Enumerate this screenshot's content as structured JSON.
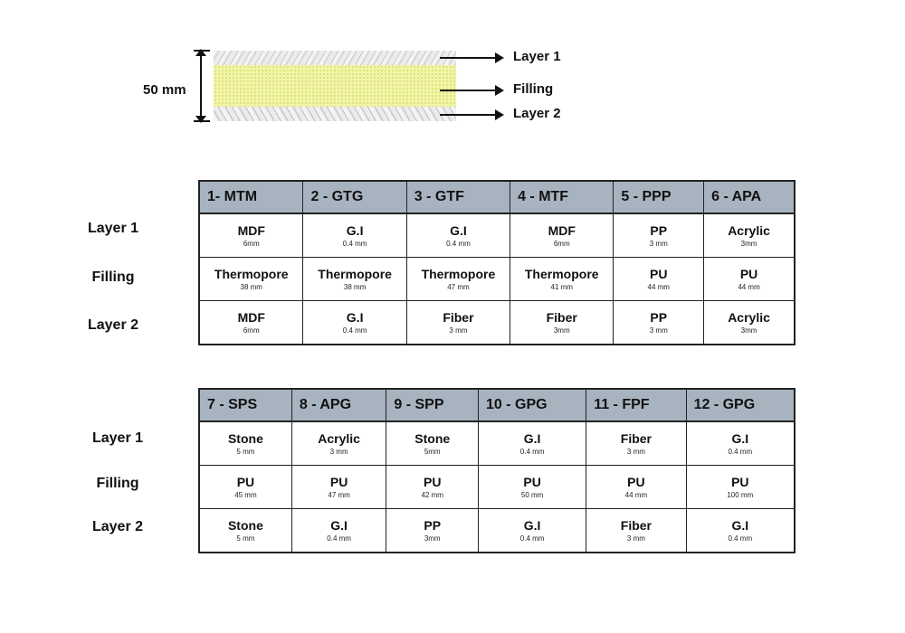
{
  "diagram": {
    "thickness": "50 mm",
    "labels": [
      "Layer 1",
      "Filling",
      "Layer 2"
    ]
  },
  "row_labels": [
    "Layer 1",
    "Filling",
    "Layer 2"
  ],
  "tables": [
    {
      "headers": [
        "1- MTM",
        "2 - GTG",
        "3 - GTF",
        "4 - MTF",
        "5 - PPP",
        "6 - APA"
      ],
      "rows": [
        [
          [
            "MDF",
            "6mm"
          ],
          [
            "G.I",
            "0.4 mm"
          ],
          [
            "G.I",
            "0.4 mm"
          ],
          [
            "MDF",
            "6mm"
          ],
          [
            "PP",
            "3 mm"
          ],
          [
            "Acrylic",
            "3mm"
          ]
        ],
        [
          [
            "Thermopore",
            "38 mm"
          ],
          [
            "Thermopore",
            "38 mm"
          ],
          [
            "Thermopore",
            "47 mm"
          ],
          [
            "Thermopore",
            "41 mm"
          ],
          [
            "PU",
            "44 mm"
          ],
          [
            "PU",
            "44 mm"
          ]
        ],
        [
          [
            "MDF",
            "6mm"
          ],
          [
            "G.I",
            "0.4 mm"
          ],
          [
            "Fiber",
            "3 mm"
          ],
          [
            "Fiber",
            "3mm"
          ],
          [
            "PP",
            "3 mm"
          ],
          [
            "Acrylic",
            "3mm"
          ]
        ]
      ]
    },
    {
      "headers": [
        "7 - SPS",
        "8 - APG",
        "9 - SPP",
        "10 - GPG",
        "11 - FPF",
        "12 - GPG"
      ],
      "rows": [
        [
          [
            "Stone",
            "5 mm"
          ],
          [
            "Acrylic",
            "3 mm"
          ],
          [
            "Stone",
            "5mm"
          ],
          [
            "G.I",
            "0.4 mm"
          ],
          [
            "Fiber",
            "3 mm"
          ],
          [
            "G.I",
            "0.4 mm"
          ]
        ],
        [
          [
            "PU",
            "45 mm"
          ],
          [
            "PU",
            "47 mm"
          ],
          [
            "PU",
            "42 mm"
          ],
          [
            "PU",
            "50 mm"
          ],
          [
            "PU",
            "44 mm"
          ],
          [
            "PU",
            "100 mm"
          ]
        ],
        [
          [
            "Stone",
            "5 mm"
          ],
          [
            "G.I",
            "0.4 mm"
          ],
          [
            "PP",
            "3mm"
          ],
          [
            "G.I",
            "0.4 mm"
          ],
          [
            "Fiber",
            "3 mm"
          ],
          [
            "G.I",
            "0.4 mm"
          ]
        ]
      ]
    }
  ]
}
